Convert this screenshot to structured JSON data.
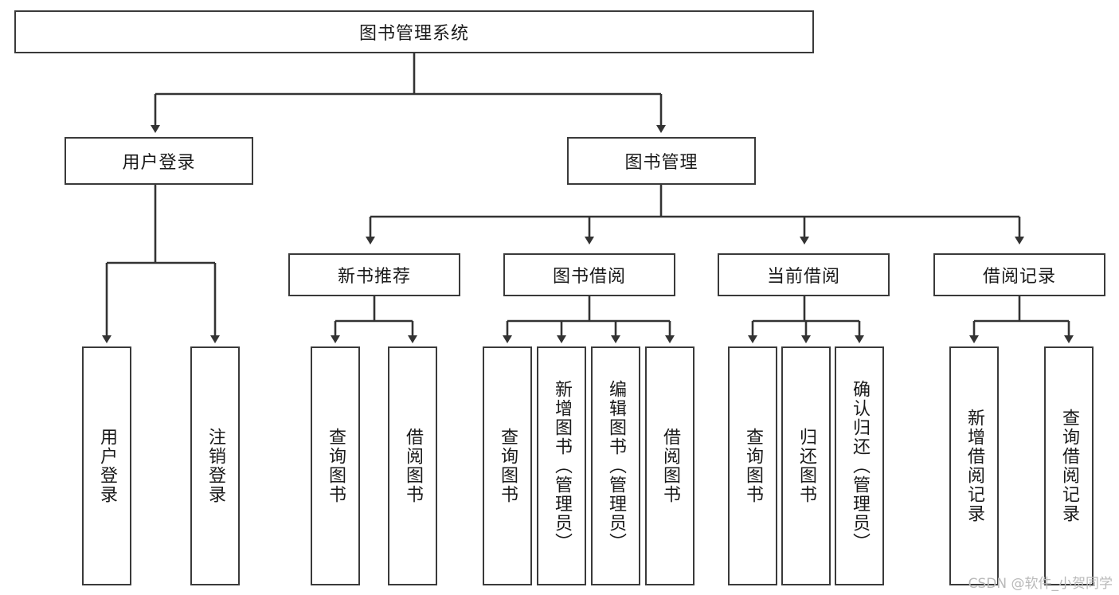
{
  "diagram": {
    "title": "图书管理系统",
    "watermark": "CSDN @软件_小贺同学",
    "line_color": "#333333",
    "box_border_color": "#3a3a3a",
    "background": "#ffffff",
    "level2": {
      "user_login": "用户登录",
      "book_manage": "图书管理"
    },
    "level3": {
      "new_book": "新书推荐",
      "book_borrow": "图书借阅",
      "current_borrow": "当前借阅",
      "borrow_record": "借阅记录"
    },
    "leaves": {
      "user_login_1": "用户登录",
      "user_login_2": "注销登录",
      "new_book_1": "查询图书",
      "new_book_2": "借阅图书",
      "book_borrow_1": "查询图书",
      "book_borrow_2": "新增图书（管理员）",
      "book_borrow_3": "编辑图书（管理员）",
      "book_borrow_4": "借阅图书",
      "current_borrow_1": "查询图书",
      "current_borrow_2": "归还图书",
      "current_borrow_3": "确认归还（管理员）",
      "borrow_record_1": "新增借阅记录",
      "borrow_record_2": "查询借阅记录"
    }
  }
}
